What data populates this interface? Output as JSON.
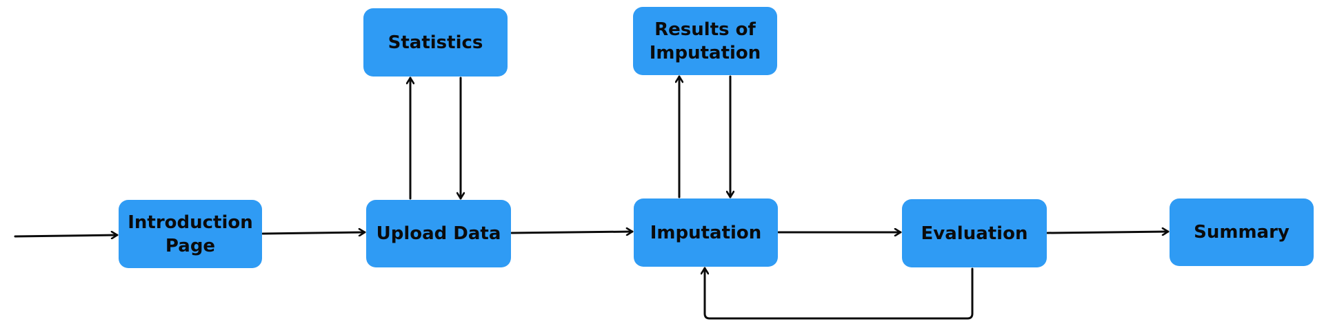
{
  "colors": {
    "node_fill": "#2f9bf4",
    "edge_stroke": "#0b0b0b"
  },
  "nodes": {
    "intro": "Introduction Page",
    "upload": "Upload Data",
    "stats": "Statistics",
    "results": "Results of Imputation",
    "imputation": "Imputation",
    "evaluation": "Evaluation",
    "summary": "Summary"
  },
  "edges": [
    {
      "from": "start",
      "to": "intro"
    },
    {
      "from": "intro",
      "to": "upload"
    },
    {
      "from": "upload",
      "to": "stats"
    },
    {
      "from": "stats",
      "to": "upload"
    },
    {
      "from": "upload",
      "to": "imputation"
    },
    {
      "from": "imputation",
      "to": "results"
    },
    {
      "from": "results",
      "to": "imputation"
    },
    {
      "from": "imputation",
      "to": "evaluation"
    },
    {
      "from": "evaluation",
      "to": "imputation"
    },
    {
      "from": "evaluation",
      "to": "summary"
    }
  ]
}
